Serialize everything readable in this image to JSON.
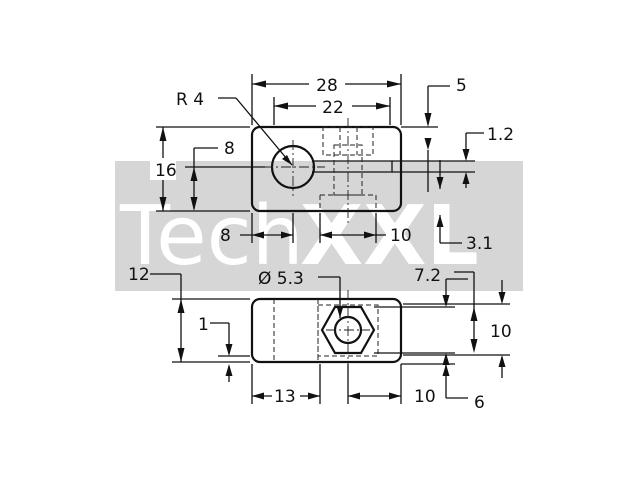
{
  "watermark": {
    "text_left": "Tech",
    "text_right": "XXL",
    "band_color": "#d6d6d6"
  },
  "top_view": {
    "overall_length": "28",
    "inner_length": "22",
    "radius": "R 4",
    "slot_offset_right": "5",
    "slot_width": "1.2",
    "height": "16",
    "hole_center_height": "8",
    "hole_center_from_left": "8",
    "tapped_width": "10",
    "slot_depth": "3.1"
  },
  "front_view": {
    "height": "12",
    "bore_diameter": "Ø 5.3",
    "nut_height": "7.2",
    "thickness": "10",
    "base_offset": "1",
    "left_offset": "13",
    "nut_width": "10",
    "bottom_offset": "6"
  }
}
